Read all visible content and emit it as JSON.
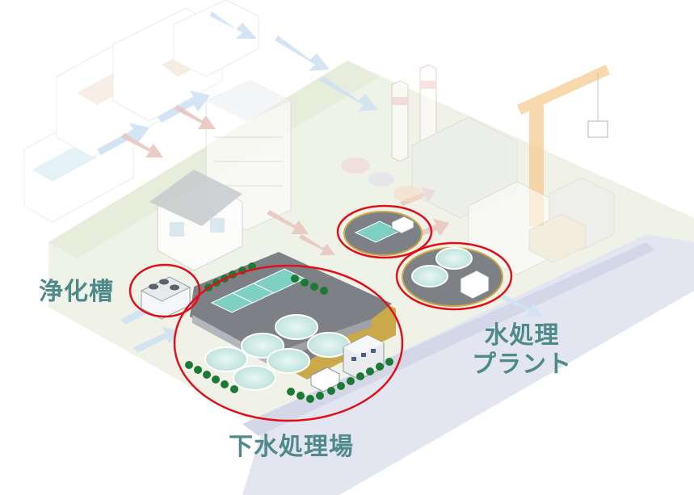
{
  "labels": {
    "johkaso": "浄化槽",
    "gesui": "下水処理場",
    "plant_line1": "水処理",
    "plant_line2": "プラント"
  },
  "colors": {
    "highlight_ring": "#e0101a",
    "label_text": "#4f8a8b",
    "ground": "#eef1e4",
    "river": "#e3e6f1",
    "basin_water": "#7ecfc4",
    "flow_arrow_clean": "#cfe3f4",
    "flow_arrow_dirty": "#e8c7bf",
    "crane": "#f6c98c",
    "tree": "#1d7a34"
  }
}
